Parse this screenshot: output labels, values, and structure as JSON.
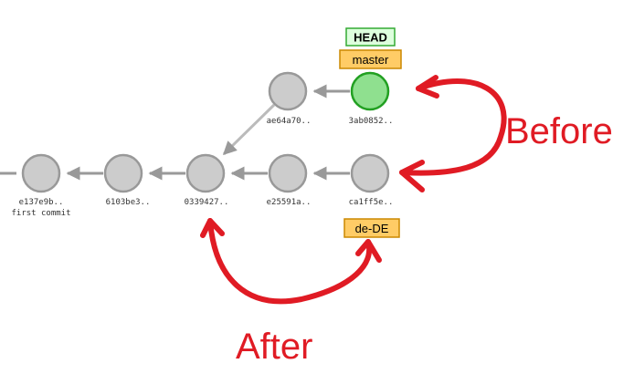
{
  "colors": {
    "commit_fill": "#cccccc",
    "commit_stroke": "#999999",
    "head_commit_fill": "#8fe08f",
    "head_commit_stroke": "#22a022",
    "edge": "#999999",
    "branch_fill": "#ffcc66",
    "branch_stroke": "#cc8800",
    "head_fill": "#ddffdd",
    "head_stroke": "#33aa33",
    "annotation": "#e01b24"
  },
  "commits": [
    {
      "id": "e137e9b",
      "hash": "e137e9b..",
      "message": "first commit"
    },
    {
      "id": "6103be3",
      "hash": "6103be3..",
      "message": ""
    },
    {
      "id": "0339427",
      "hash": "0339427..",
      "message": ""
    },
    {
      "id": "e25591a",
      "hash": "e25591a..",
      "message": ""
    },
    {
      "id": "ca1ff5e",
      "hash": "ca1ff5e..",
      "message": ""
    },
    {
      "id": "ae64a70",
      "hash": "ae64a70..",
      "message": ""
    },
    {
      "id": "3ab0852",
      "hash": "3ab0852..",
      "message": ""
    }
  ],
  "refs": {
    "head": "HEAD",
    "master": "master",
    "dede": "de-DE"
  },
  "annotations": {
    "before": "Before",
    "after": "After"
  }
}
